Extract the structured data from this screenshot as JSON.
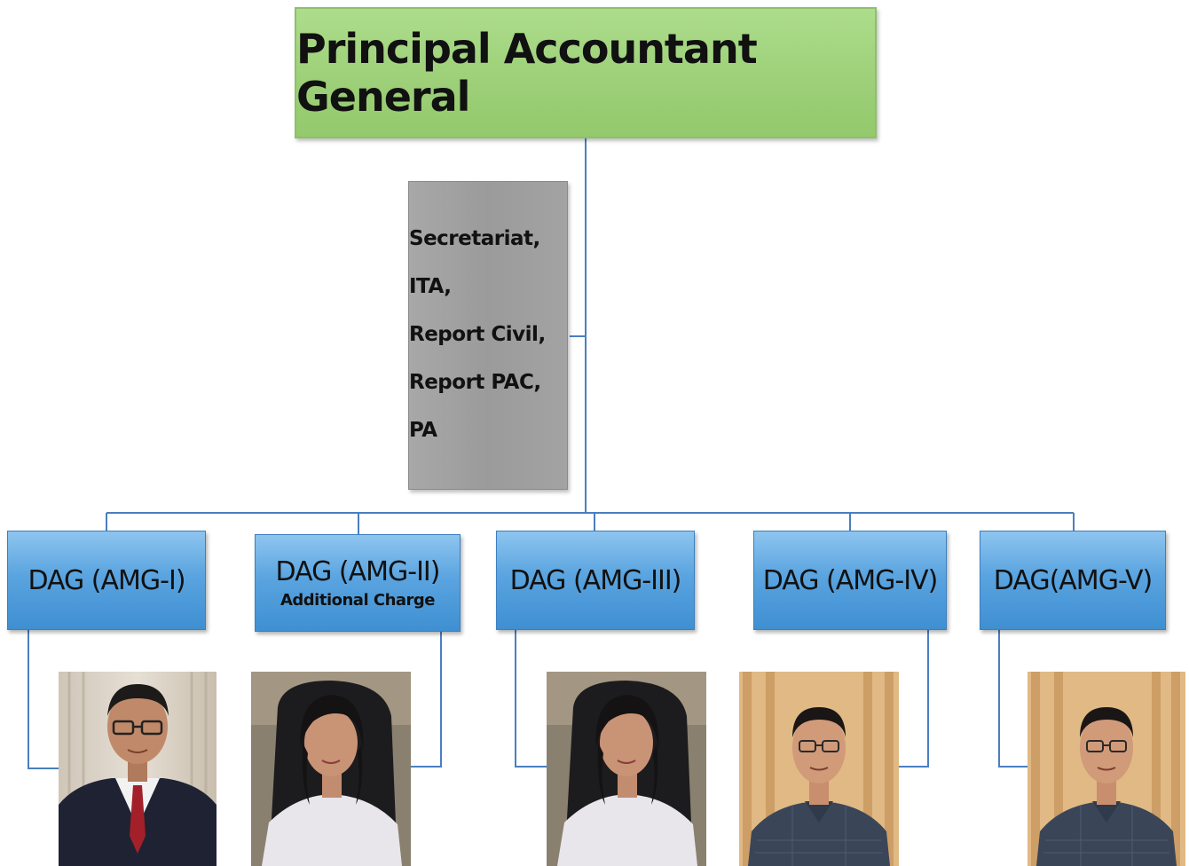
{
  "root": {
    "title": "Principal Accountant General"
  },
  "secretariat": {
    "items": [
      "Secretariat,",
      "ITA,",
      "Report Civil,",
      "Report PAC,",
      "PA"
    ]
  },
  "dags": [
    {
      "label": "DAG (AMG-I)",
      "sub": ""
    },
    {
      "label": "DAG (AMG-II)",
      "sub": "Additional Charge"
    },
    {
      "label": "DAG (AMG-III)",
      "sub": ""
    },
    {
      "label": "DAG (AMG-IV)",
      "sub": ""
    },
    {
      "label": "DAG(AMG-V)",
      "sub": ""
    }
  ],
  "colors": {
    "root_fill": "#9ccf77",
    "assistant_fill": "#a3a3a3",
    "dag_fill": "#5aa4e0",
    "connector": "#4a7fbf"
  },
  "photos": [
    {
      "icon": "portrait-man-suit-icon"
    },
    {
      "icon": "portrait-woman-icon"
    },
    {
      "icon": "portrait-woman-icon"
    },
    {
      "icon": "portrait-man-shirt-icon"
    },
    {
      "icon": "portrait-man-shirt-icon"
    }
  ]
}
